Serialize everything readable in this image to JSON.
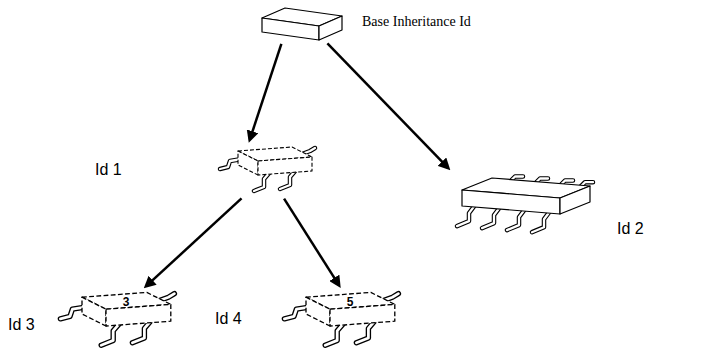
{
  "diagram": {
    "nodes": [
      {
        "text": [
          "Base Inheritance Id"
        ]
      },
      {
        "text": [
          "Id 1"
        ]
      },
      {
        "text": [
          "Id 2"
        ]
      },
      {
        "text": [
          "Id 3",
          "3"
        ]
      },
      {
        "text": [
          "Id 4",
          "5"
        ]
      }
    ],
    "edges": [
      {
        "from": 0,
        "to": 1,
        "arrow": "to"
      },
      {
        "from": 0,
        "to": 2,
        "arrow": "to"
      },
      {
        "from": 1,
        "to": 3,
        "arrow": "to"
      },
      {
        "from": 1,
        "to": 4,
        "arrow": "to"
      }
    ]
  }
}
